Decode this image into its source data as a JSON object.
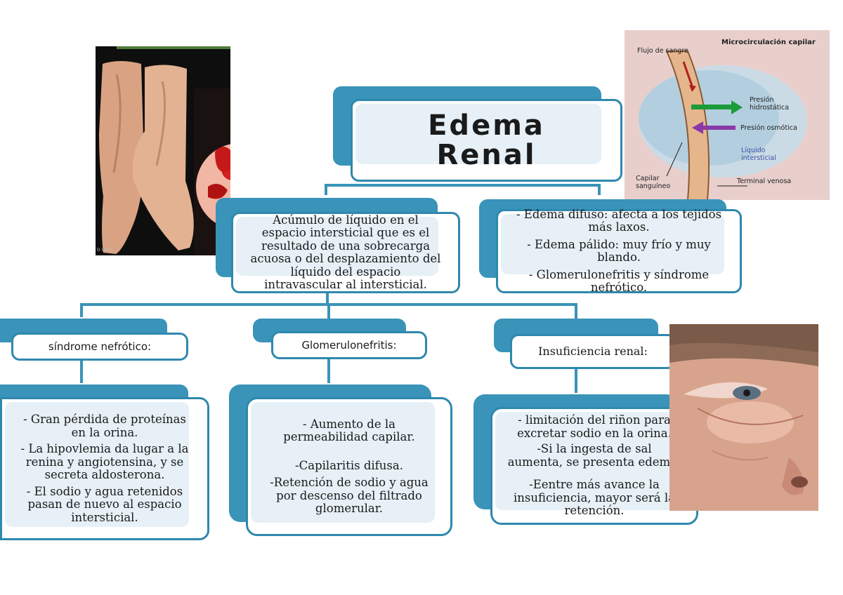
{
  "title": [
    "Edema",
    "Renal"
  ],
  "definition": [
    "Acúmulo de líquido en el",
    "espacio intersticial que es el",
    "resultado de una sobrecarga",
    "acuosa o del desplazamiento del",
    "líquido del espacio",
    "intravascular al intersticial."
  ],
  "types": [
    [
      "- Edema difuso: afecta a los tejidos",
      "más laxos."
    ],
    [
      "- Edema pálido: muy frío y muy",
      "blando."
    ],
    [
      "- Glomerulonefritis y síndrome",
      "nefrótico."
    ]
  ],
  "causes": [
    {
      "label": "síndrome nefrótico:",
      "details": [
        [
          "- Gran pérdida de proteínas",
          "en la orina."
        ],
        [
          "- La hipovlemia da lugar a la",
          "renina y angiotensina, y se",
          "secreta aldosterona."
        ],
        [
          "- El sodio y agua retenidos",
          "pasan de nuevo al espacio",
          "intersticial."
        ]
      ]
    },
    {
      "label": "Glomerulonefritis:",
      "details": [
        [
          "- Aumento de la",
          "permeabilidad capilar."
        ],
        [
          "-Capilaritis difusa."
        ],
        [
          "-Retención de sodio y agua",
          "por descenso del filtrado",
          "glomerular."
        ]
      ]
    },
    {
      "label": "Insuficiencia renal:",
      "details": [
        [
          "- limitación del riñon para",
          "excretar sodio en la orina."
        ],
        [
          "-Si la ingesta de sal",
          "aumenta, se presenta edema."
        ],
        [
          "-Eentre más avance la",
          "insuficiencia, mayor será la",
          "retención."
        ]
      ]
    }
  ],
  "microcirculation": {
    "title": "Microcirculación capilar",
    "blood_flow": "Flujo de sangre",
    "hydrostatic": [
      "Presión",
      "hidrostática"
    ],
    "osmotic": "Presión osmótica",
    "interstitial": [
      "Líquido",
      "intersticial"
    ],
    "capillary": [
      "Capilar",
      "sanguíneo"
    ],
    "venous": "Terminal venosa"
  },
  "colors": {
    "accent": "#3a93b8",
    "border": "#2f88ad",
    "tint": "#e6f0f6"
  }
}
